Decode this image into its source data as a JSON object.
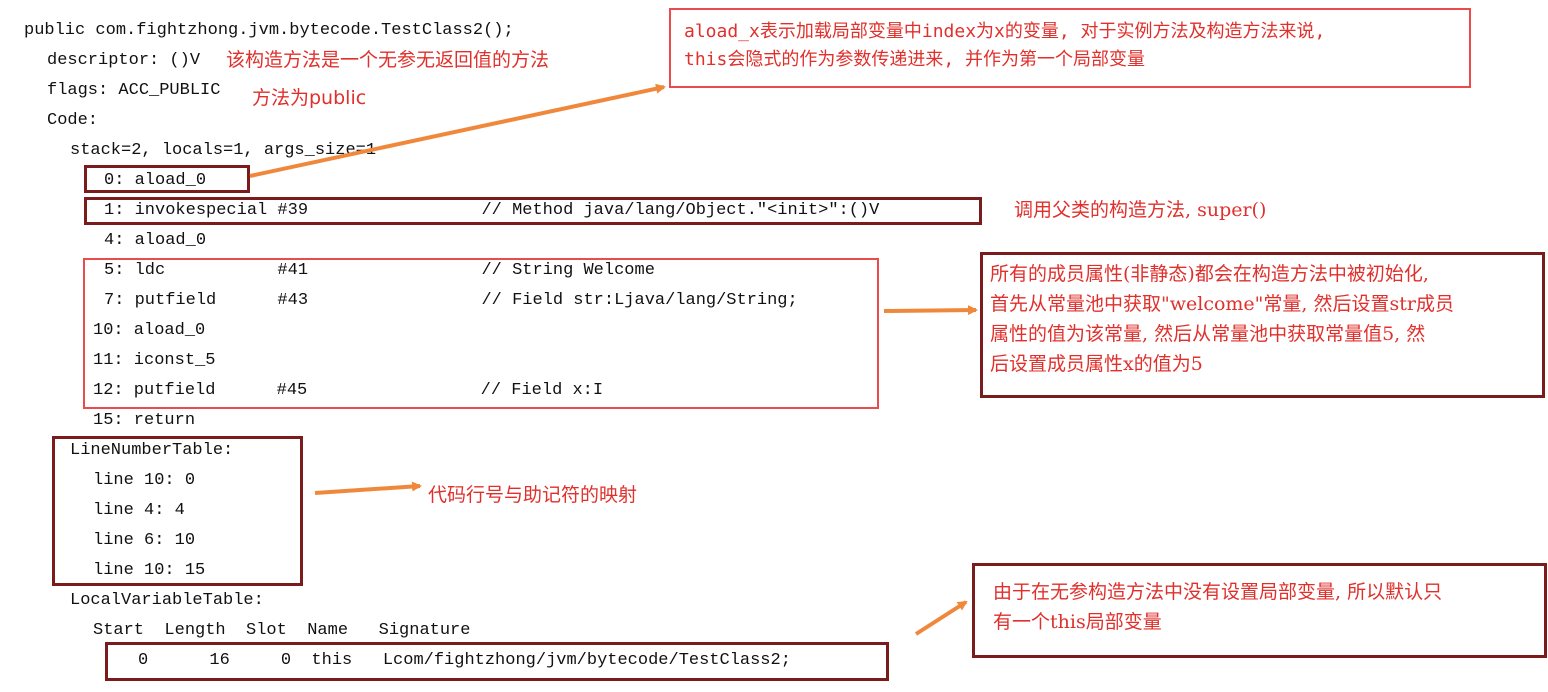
{
  "code": {
    "signature": "public com.fightzhong.jvm.bytecode.TestClass2();",
    "descriptor": "descriptor: ()V",
    "flags": "flags: ACC_PUBLIC",
    "code_label": "Code:",
    "stack": "stack=2, locals=1, args_size=1",
    "instructions": [
      "0: aload_0",
      "1: invokespecial #39                 // Method java/lang/Object.\"<init>\":()V",
      "4: aload_0",
      "5: ldc           #41                 // String Welcome",
      "7: putfield      #43                 // Field str:Ljava/lang/String;",
      "10: aload_0",
      "11: iconst_5",
      "12: putfield      #45                 // Field x:I",
      "15: return"
    ],
    "line_number_table_label": "LineNumberTable:",
    "line_numbers": [
      "line 10: 0",
      "line 4: 4",
      "line 6: 10",
      "line 10: 15"
    ],
    "local_variable_table_label": "LocalVariableTable:",
    "lvt_header": "Start  Length  Slot  Name   Signature",
    "lvt_row": "0      16     0  this   Lcom/fightzhong/jvm/bytecode/TestClass2;"
  },
  "annotations": {
    "descriptor_note": "该构造方法是一个无参无返回值的方法",
    "flags_note": "方法为public",
    "aload_note": "aload_x表示加载局部变量中index为x的变量, 对于实例方法及构造方法来说, this会隐式的作为参数传递进来, 并作为第一个局部变量",
    "aload_note_lines": [
      "aload_x表示加载局部变量中index为x的变量, 对于实例方法及构造方法来说,",
      "this会隐式的作为参数传递进来, 并作为第一个局部变量"
    ],
    "invokespecial_note": "调用父类的构造方法, super()",
    "fields_note_lines": [
      "所有的成员属性(非静态)都会在构造方法中被初始化,",
      "首先从常量池中获取\"welcome\"常量, 然后设置str成员",
      "属性的值为该常量, 然后从常量池中获取常量值5, 然",
      "后设置成员属性x的值为5"
    ],
    "line_number_note": "代码行号与助记符的映射",
    "lvt_note_lines": [
      "由于在无参构造方法中没有设置局部变量, 所以默认只",
      "有一个this局部变量"
    ]
  },
  "colors": {
    "annotation_red": "#e0302c",
    "box_dark_red": "#7a1c1c",
    "box_bright_red": "#ea4b4b",
    "arrow_orange": "#f0883c"
  }
}
